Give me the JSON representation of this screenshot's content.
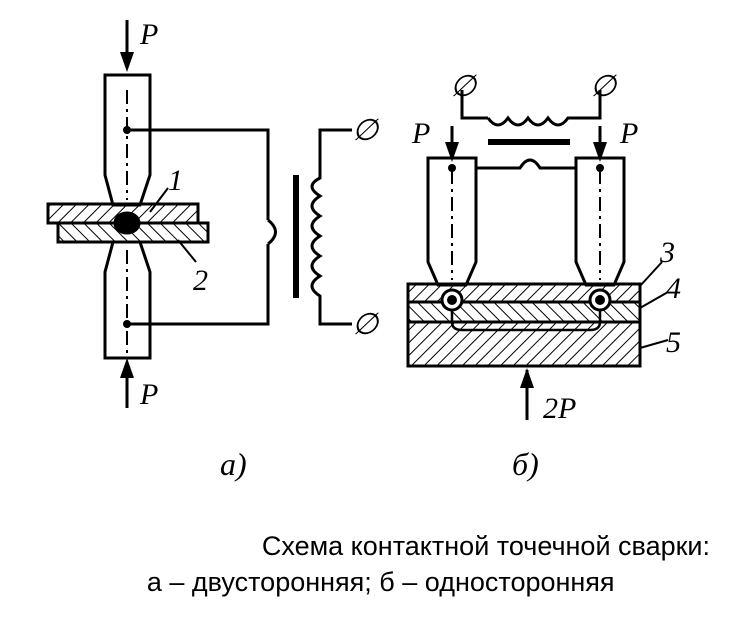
{
  "labels": {
    "force_p": "P",
    "force_2p": "2P",
    "part1": "1",
    "part2": "2",
    "part3": "3",
    "part4": "4",
    "part5": "5",
    "terminal": "∅",
    "sub_a": "а)",
    "sub_b": "б)"
  },
  "caption": {
    "line1": "Схема контактной точечной сварки:",
    "line2": "а – двусторонняя; б – односторонняя"
  },
  "colors": {
    "ink": "#000000",
    "background": "#ffffff"
  }
}
